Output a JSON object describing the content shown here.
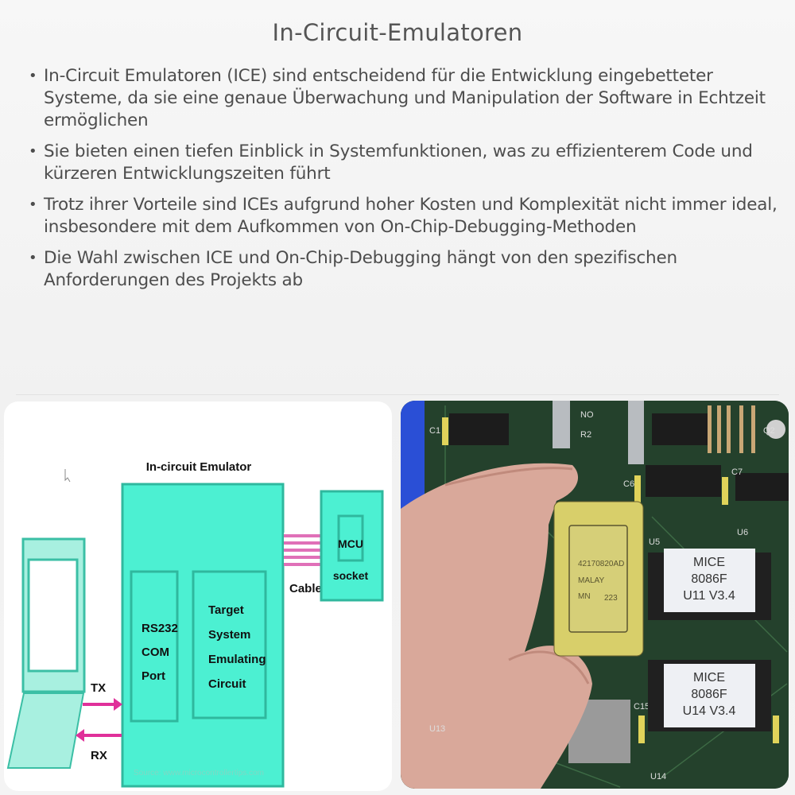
{
  "title": "In-Circuit-Emulatoren",
  "bullets": [
    "In-Circuit Emulatoren (ICE) sind entscheidend für die Entwicklung eingebetteter Systeme, da sie eine genaue Überwachung und Manipulation der Software in Echtzeit ermöglichen",
    "Sie bieten einen tiefen Einblick in Systemfunktionen, was zu effizienterem Code und kürzeren Entwicklungszeiten führt",
    "Trotz ihrer Vorteile sind ICEs aufgrund hoher Kosten und Komplexität nicht immer ideal, insbesondere mit dem Aufkommen von On-Chip-Debugging-Methoden",
    "Die Wahl zwischen ICE und On-Chip-Debugging hängt von den spezifischen Anforderungen des Projekts ab"
  ],
  "diagram": {
    "title": "In-circuit Emulator",
    "rs232": [
      "RS232",
      "COM",
      "Port"
    ],
    "target": [
      "Target",
      "System",
      "Emulating",
      "Circuit"
    ],
    "mcu": "MCU",
    "socket": "socket",
    "cable": "Cable",
    "tx": "TX",
    "rx": "RX",
    "source": "Source: www.microcontrollertips.com",
    "colors": {
      "box": "#4cf0d2",
      "border": "#2fb89e",
      "arrow": "#e0309a"
    }
  },
  "photo": {
    "chip": [
      "42170820AD",
      "MALAY",
      "MN",
      "223"
    ],
    "label_u11": [
      "MICE",
      "8086F",
      "U11 V3.4"
    ],
    "label_u14": [
      "MICE",
      "8086F",
      "U14 V3.4"
    ],
    "board_marks": [
      "C1",
      "R2",
      "C6",
      "C7",
      "U5",
      "U6",
      "U13",
      "U14",
      "C15",
      "Q2",
      "NO"
    ]
  }
}
